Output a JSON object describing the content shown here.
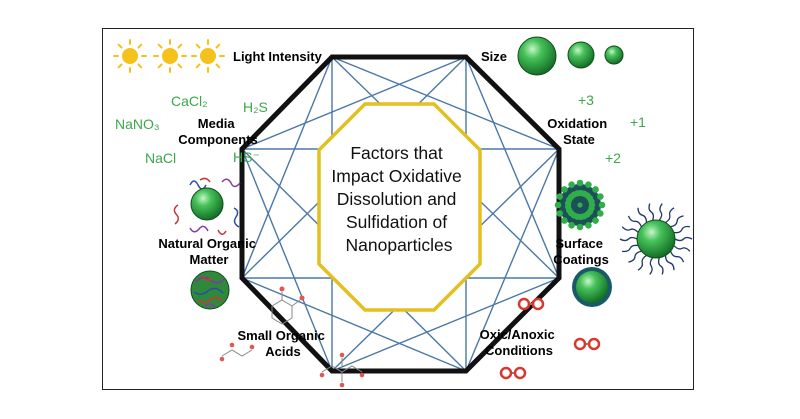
{
  "center_text": [
    "Factors that",
    "Impact Oxidative",
    "Dissolution and",
    "Sulfidation of",
    "Nanoparticles"
  ],
  "factors": {
    "light": "Light Intensity",
    "size": "Size",
    "media": [
      "Media",
      "Components"
    ],
    "oxidation": [
      "Oxidation",
      "State"
    ],
    "nom": [
      "Natural Organic",
      "Matter"
    ],
    "surface": [
      "Surface",
      "Coatings"
    ],
    "acids": [
      "Small Organic",
      "Acids"
    ],
    "oxic": [
      "Oxic/Anoxic",
      "Conditions"
    ]
  },
  "media_chemicals": {
    "cacl2": "CaCl₂",
    "h2s": "H₂S",
    "nano3": "NaNO₃",
    "nacl": "NaCl",
    "hs": "HS⁻"
  },
  "oxidation_states": [
    "+3",
    "+1",
    "+2"
  ],
  "colors": {
    "octagon_outer": "#111111",
    "octagon_inner": "#e3bf1f",
    "network_lines": "#4a78a8",
    "particle_green": "#2fae4a",
    "chem_text": "#3aa84a",
    "sun": "#f5c11b",
    "oxygen_red": "#d63a2f"
  },
  "icons": [
    "sun-icon",
    "nanoparticle-sphere-icon",
    "coated-particle-icon",
    "ligand-particle-icon",
    "nom-sphere-icon",
    "molecule-icon",
    "oxygen-molecule-icon"
  ]
}
